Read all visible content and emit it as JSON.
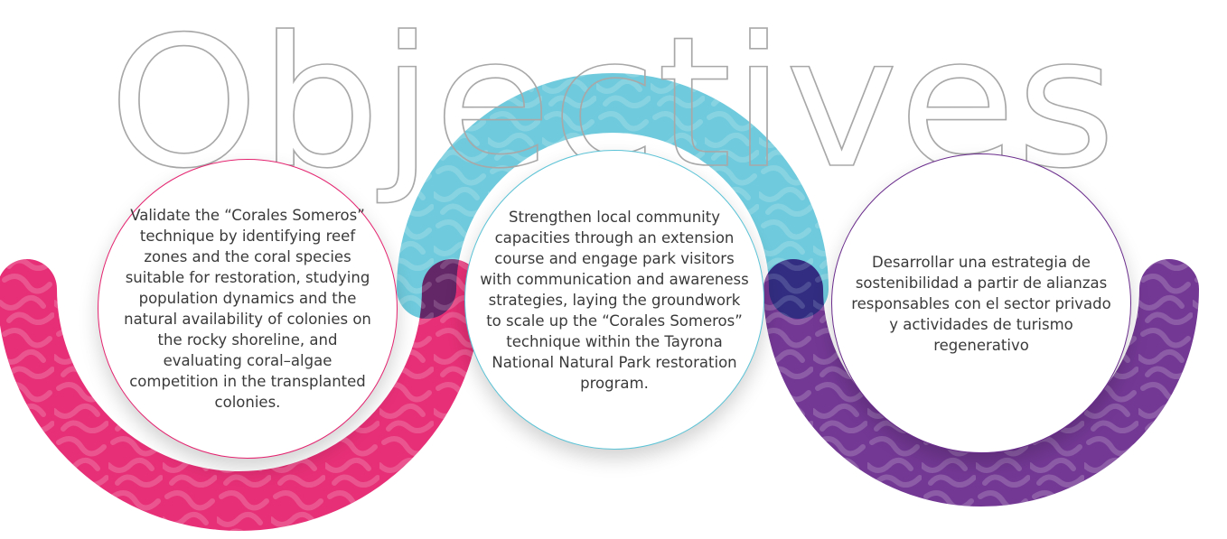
{
  "title": "Objectives",
  "colors": {
    "pink": "#e5246f",
    "blue": "#5ec4d8",
    "purple": "#6b2d8e",
    "text": "#3a3a3a",
    "outline": "#a8a8a8"
  },
  "objectives": [
    {
      "text": "Validate the “Corales Someros” technique by identifying reef zones and the coral species suitable for restoration, studying population dynamics and the natural availability of colonies on the rocky shoreline, and evaluating coral–algae competition in the transplanted colonies."
    },
    {
      "text": "Strengthen local community capacities through an extension course and engage park visitors with communication and awareness strategies, laying the groundwork to scale up the “Corales Someros” technique within the Tayrona National Natural Park restoration program."
    },
    {
      "text": "Desarrollar una estrategia de sostenibilidad a partir de alianzas responsables con el sector privado y actividades de turismo regenerativo"
    }
  ]
}
